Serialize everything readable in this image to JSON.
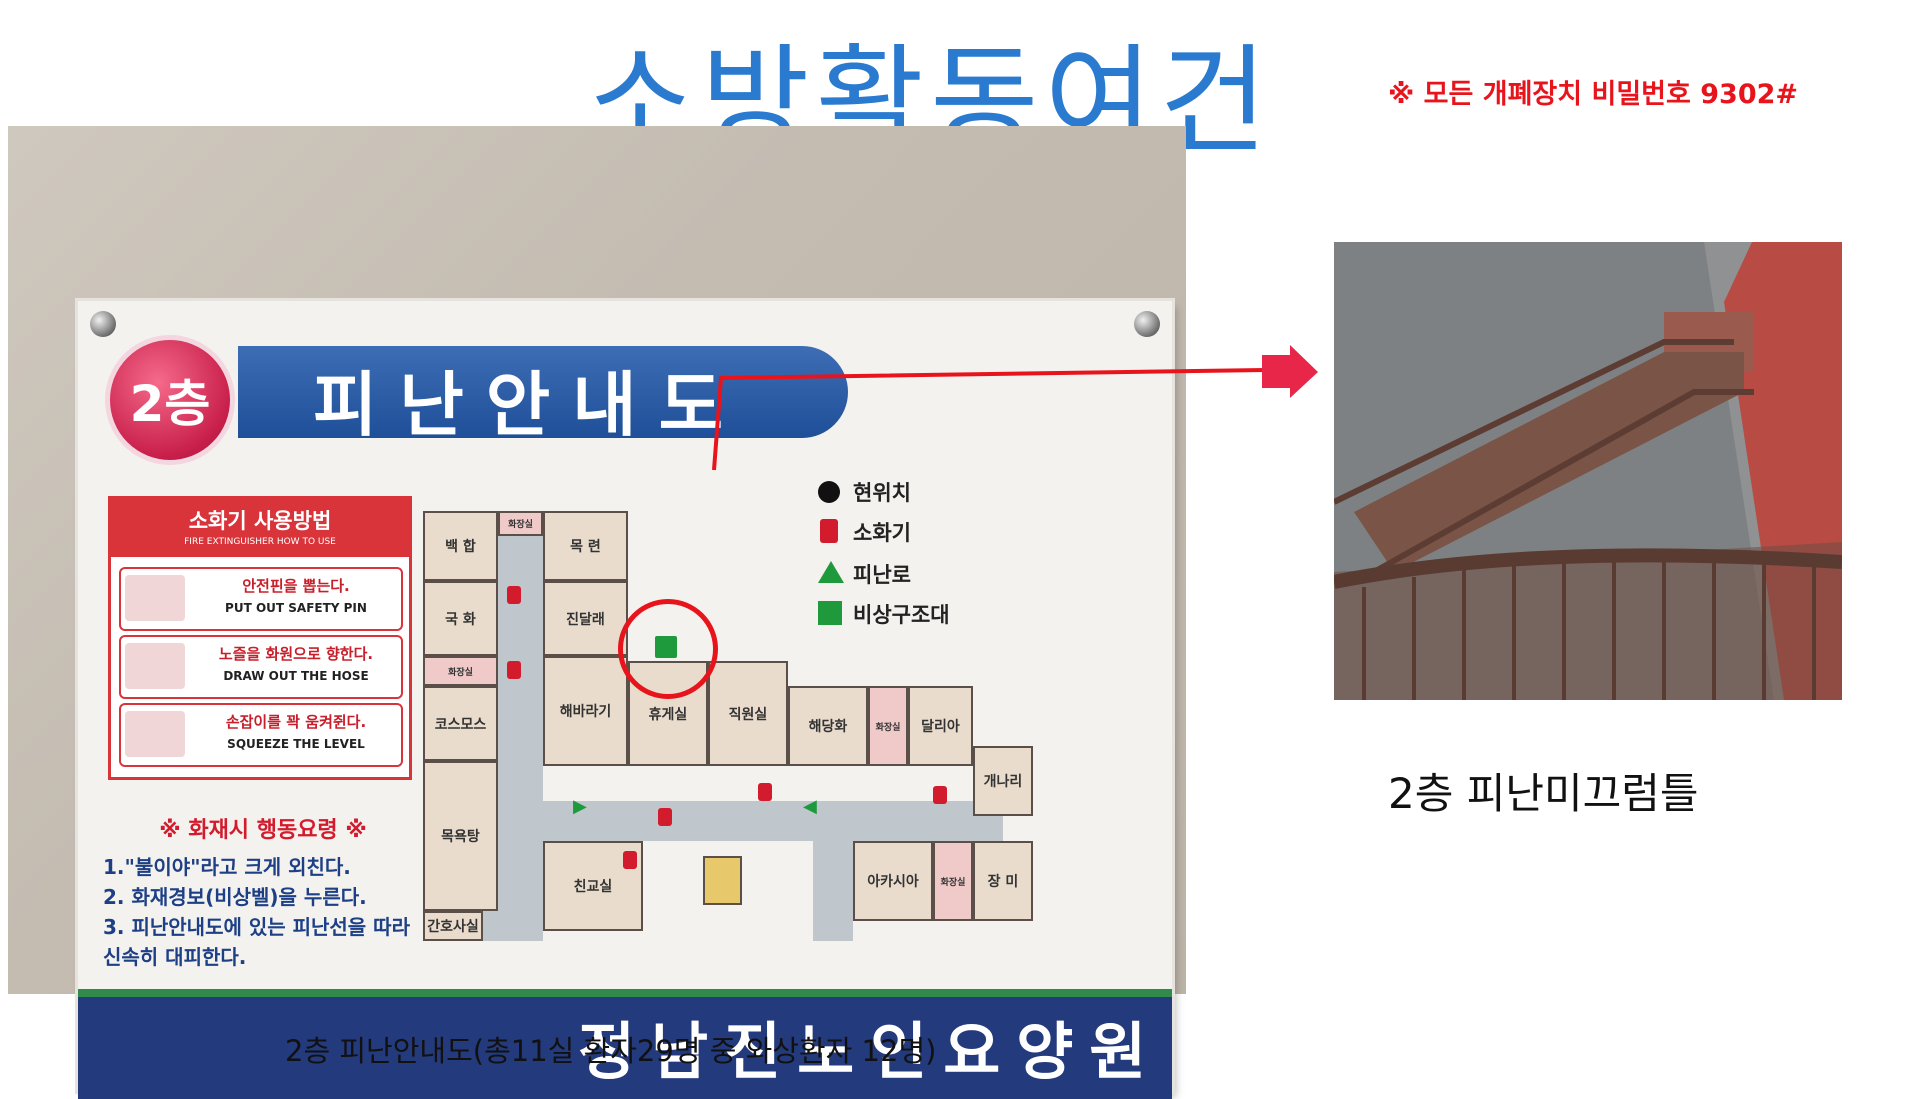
{
  "title": "소방활동여건",
  "password_note": "※ 모든 개폐장치 비밀번호 9302#",
  "evacuation_map": {
    "floor_badge": "2층",
    "banner": "피난안내도",
    "extinguisher_box": {
      "title_ko": "소화기 사용방법",
      "title_en": "FIRE EXTINGUISHER HOW TO USE",
      "steps": [
        {
          "ko": "안전핀을 뽑는다.",
          "en": "PUT OUT SAFETY PIN"
        },
        {
          "ko": "노즐을 화원으로 향한다.",
          "en": "DRAW OUT THE HOSE"
        },
        {
          "ko": "손잡이를 꽉 움켜쥔다.",
          "en": "SQUEEZE THE LEVEL"
        }
      ]
    },
    "fire_rules": {
      "title": "※ 화재시 행동요령 ※",
      "items": [
        "1.\"불이야\"라고 크게 외친다.",
        "2. 화재경보(비상벨)을 누른다.",
        "3. 피난안내도에 있는 피난선을 따라 신속히 대피한다."
      ]
    },
    "legend": [
      {
        "icon": "current-location-icon",
        "label": "현위치"
      },
      {
        "icon": "extinguisher-icon",
        "label": "소화기"
      },
      {
        "icon": "exit-route-icon",
        "label": "피난로"
      },
      {
        "icon": "emergency-exit-icon",
        "label": "비상구조대"
      }
    ],
    "rooms": {
      "baekhap": "백 합",
      "mokryeon": "목 련",
      "gukhwa": "국 화",
      "jindallae": "진달래",
      "kosmos": "코스모스",
      "haebaragi": "해바라기",
      "hyugesil": "휴게실",
      "jikwonsil": "직원실",
      "haedanghwa": "해당화",
      "dallia": "달리아",
      "gaenari": "개나리",
      "mogyoktang": "목욕탕",
      "chingyosil": "친교실",
      "akasia": "아카시아",
      "jangmi": "장 미",
      "ganhosasil": "간호사실",
      "wc": "화장실"
    },
    "institution": "정남진노인요양원"
  },
  "caption_left": "2층 피난안내도(총11실  환자29명 중 와상환자 12명)",
  "caption_right": "2층 피난미끄럼틀",
  "colors": {
    "title": "#2a7ad0",
    "note": "#e8141c",
    "highlight": "#e8141c"
  }
}
